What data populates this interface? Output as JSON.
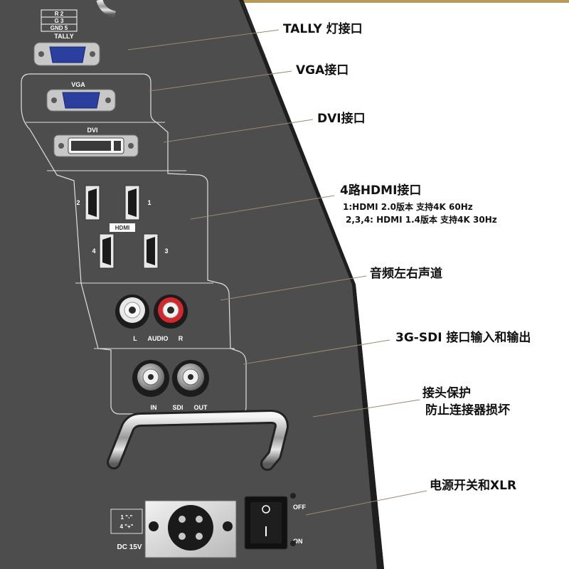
{
  "panel": {
    "tally_pins": [
      "R 2",
      "G 3",
      "GND 5"
    ],
    "tally_label": "TALLY",
    "vga_label": "VGA",
    "dvi_label": "DVI",
    "hdmi_label": "HDMI",
    "hdmi_ports": [
      "2",
      "1",
      "4",
      "3"
    ],
    "audio_left": "L",
    "audio_label": "AUDIO",
    "audio_right": "R",
    "sdi_in": "IN",
    "sdi_label": "SDI",
    "sdi_out": "OUT",
    "dc_label": "DC 15V",
    "xlr_pins_top": "1 \"-\"",
    "xlr_pins_bottom": "4 \"+\"",
    "switch_off": "OFF",
    "switch_on": "ON"
  },
  "callouts": {
    "tally": "TALLY 灯接口",
    "vga": "VGA接口",
    "dvi": "DVI接口",
    "hdmi": "4路HDMI接口",
    "hdmi_note_1": "1:HDMI 2.0版本 支持4K 60Hz",
    "hdmi_note_2": "2,3,4: HDMI 1.4版本 支持4K 30Hz",
    "audio": "音频左右声道",
    "sdi": "3G-SDI 接口输入和输出",
    "guard_1": "接头保护",
    "guard_2": "防止连接器损坏",
    "power": "电源开关和XLR"
  },
  "colors": {
    "panel": "#4a4a4a",
    "panel_edge": "#2c2c2c",
    "vga_blue": "#2b3f9e",
    "rca_red": "#d4282b",
    "leader": "#9a8a70",
    "gold_top": "#b89a55"
  }
}
